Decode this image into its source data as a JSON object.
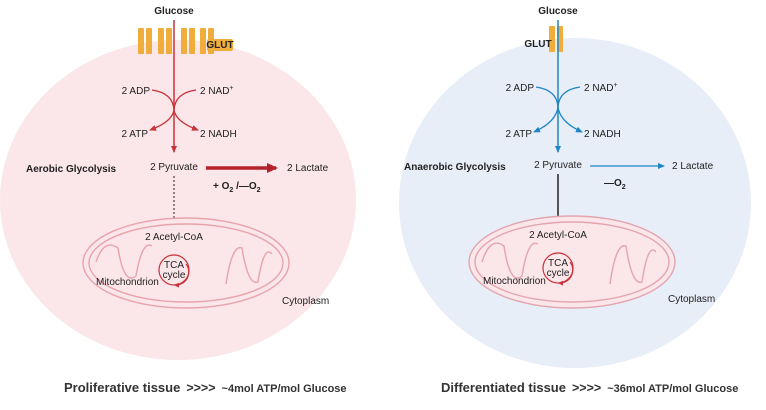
{
  "colors": {
    "left_accent": "#c9343a",
    "left_cell_fill": "#fbe6ea",
    "left_mito_stroke": "#e8a3ab",
    "right_accent": "#1f86c5",
    "right_cell_fill": "#e7eef8",
    "right_mito_stroke": "#e3a5ae",
    "glut": "#f0ad3c"
  },
  "left": {
    "glucose": "Glucose",
    "glut": "GLUT",
    "adp": "2 ADP",
    "nad": "2 NAD",
    "nad_sup": "+",
    "atp": "2 ATP",
    "nadh": "2 NADH",
    "process": "Aerobic Glycolysis",
    "pyruvate": "2 Pyruvate",
    "lactate": "2 Lactate",
    "oxygen_note": "+ O2 /—O2",
    "acetyl": "2 Acetyl-CoA",
    "tca_line1": "TCA",
    "tca_line2": "cycle",
    "mito": "Mitochondrion",
    "cytoplasm": "Cytoplasm"
  },
  "right": {
    "glucose": "Glucose",
    "glut": "GLUT",
    "adp": "2 ADP",
    "nad": "2 NAD",
    "nad_sup": "+",
    "atp": "2 ATP",
    "nadh": "2 NADH",
    "process": "Anaerobic Glycolysis",
    "pyruvate": "2 Pyruvate",
    "lactate": "2 Lactate",
    "oxygen_note": "—O2",
    "acetyl": "2 Acetyl-CoA",
    "tca_line1": "TCA",
    "tca_line2": "cycle",
    "mito": "Mitochondrion",
    "cytoplasm": "Cytoplasm"
  },
  "footer": {
    "left_tissue": "Proliferative tissue",
    "left_arrows": ">>>>",
    "left_yield": "~4mol ATP/mol Glucose",
    "right_tissue": "Differentiated tissue",
    "right_arrows": ">>>>",
    "right_yield": "~36mol ATP/mol Glucose"
  }
}
